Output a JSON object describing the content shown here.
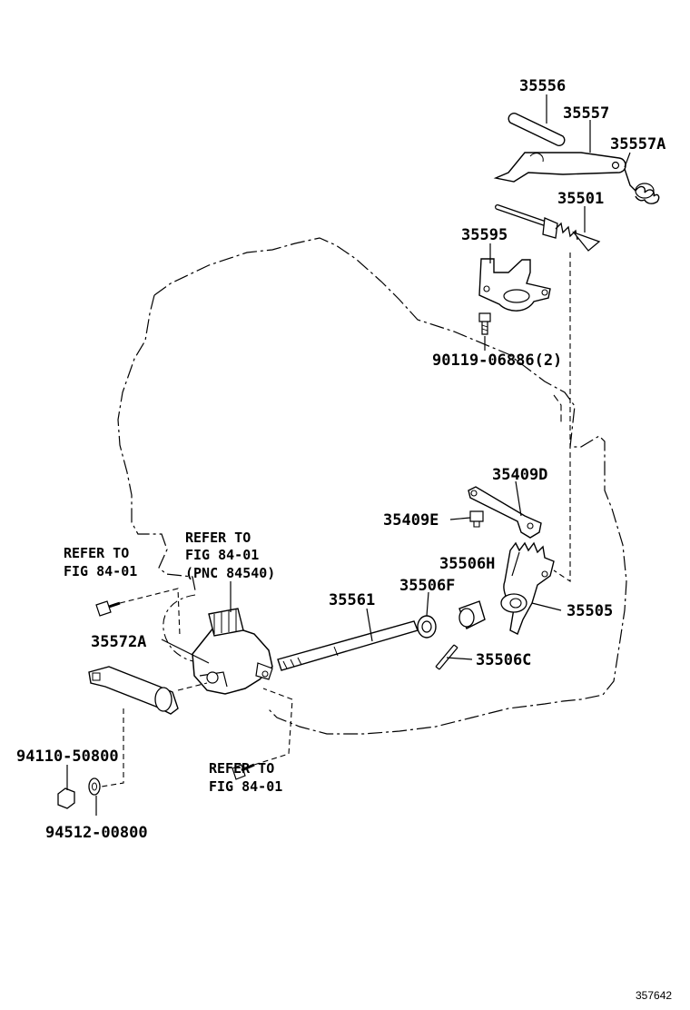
{
  "diagram": {
    "illustration_number": "357642",
    "parts": {
      "p35556": "35556",
      "p35557": "35557",
      "p35557A": "35557A",
      "p35501": "35501",
      "p35595": "35595",
      "p90119": "90119-06886(2)",
      "p35409D": "35409D",
      "p35409E": "35409E",
      "p35506H": "35506H",
      "p35506F": "35506F",
      "p35561": "35561",
      "p35505": "35505",
      "p35506C": "35506C",
      "p35572A": "35572A",
      "p94110": "94110-50800",
      "p94512": "94512-00800"
    },
    "refs": {
      "left_line1": "REFER TO",
      "left_line2": "FIG 84-01",
      "center_line1": "REFER TO",
      "center_line2": "FIG 84-01",
      "center_line3": "(PNC 84540)",
      "bottom_line1": "REFER TO",
      "bottom_line2": "FIG 84-01"
    }
  }
}
